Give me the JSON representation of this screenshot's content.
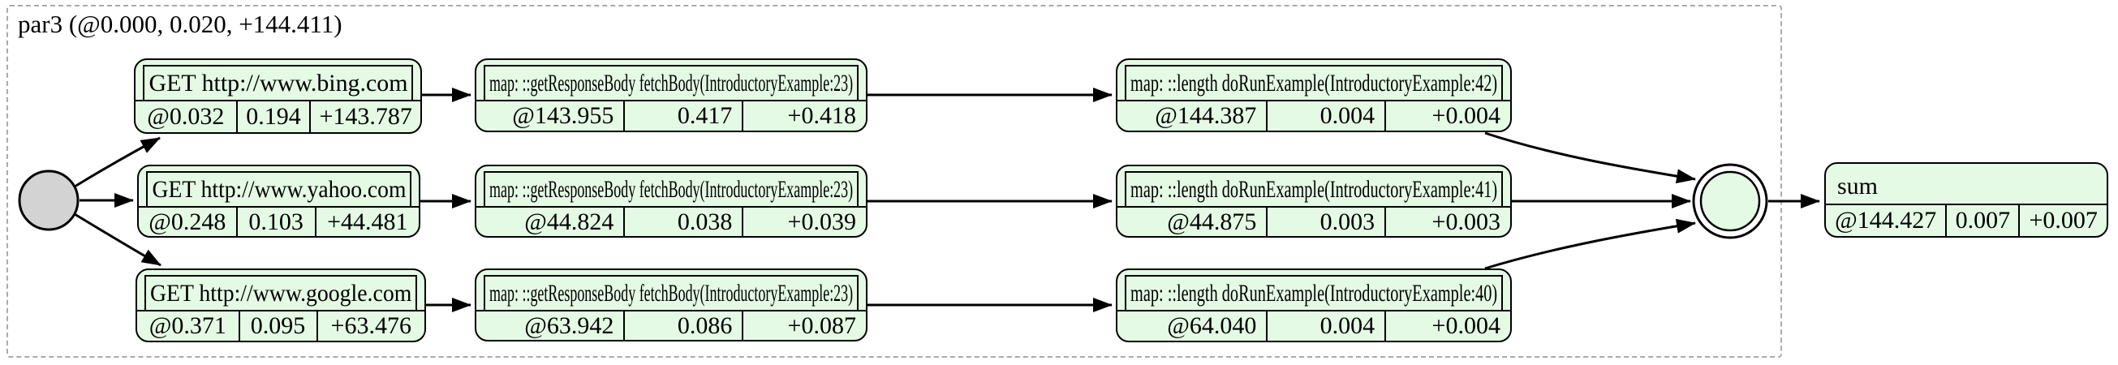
{
  "diagram": {
    "cluster_label": "par3 (@0.000, 0.020, +144.411)",
    "nodes": [
      {
        "id": "get-bing",
        "title": "GET http://www.bing.com",
        "values": [
          "@0.032",
          "0.194",
          "+143.787"
        ]
      },
      {
        "id": "map-bing",
        "title": "map: ::getResponseBody fetchBody(IntroductoryExample:23)",
        "values": [
          "@143.955",
          "0.417",
          "+0.418"
        ]
      },
      {
        "id": "len-bing",
        "title": "map: ::length doRunExample(IntroductoryExample:42)",
        "values": [
          "@144.387",
          "0.004",
          "+0.004"
        ]
      },
      {
        "id": "get-yahoo",
        "title": "GET http://www.yahoo.com",
        "values": [
          "@0.248",
          "0.103",
          "+44.481"
        ]
      },
      {
        "id": "map-yahoo",
        "title": "map: ::getResponseBody fetchBody(IntroductoryExample:23)",
        "values": [
          "@44.824",
          "0.038",
          "+0.039"
        ]
      },
      {
        "id": "len-yahoo",
        "title": "map: ::length doRunExample(IntroductoryExample:41)",
        "values": [
          "@44.875",
          "0.003",
          "+0.003"
        ]
      },
      {
        "id": "get-google",
        "title": "GET http://www.google.com",
        "values": [
          "@0.371",
          "0.095",
          "+63.476"
        ]
      },
      {
        "id": "map-google",
        "title": "map: ::getResponseBody fetchBody(IntroductoryExample:23)",
        "values": [
          "@63.942",
          "0.086",
          "+0.087"
        ]
      },
      {
        "id": "len-google",
        "title": "map: ::length doRunExample(IntroductoryExample:40)",
        "values": [
          "@64.040",
          "0.004",
          "+0.004"
        ]
      },
      {
        "id": "sum",
        "title": "sum",
        "values": [
          "@144.427",
          "0.007",
          "+0.007"
        ]
      }
    ],
    "colors": {
      "node_fill": "#e4fae4",
      "node_border": "#000000",
      "start_fill": "#d3d3d3",
      "join_ring_fill": "#ffffff",
      "cluster_border": "#aaaaaa",
      "edge": "#000000",
      "background": "#ffffff"
    }
  }
}
